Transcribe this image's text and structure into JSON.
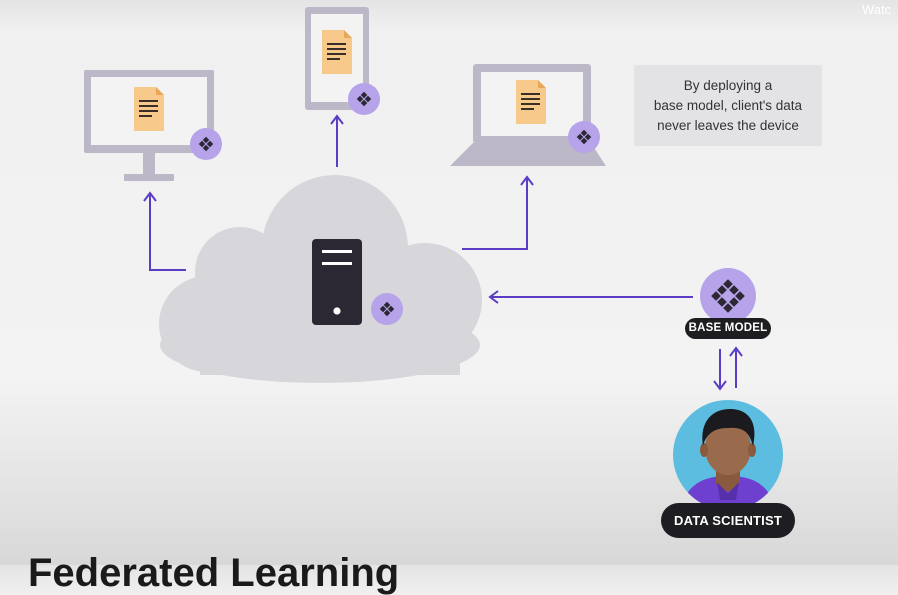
{
  "watermark": "Watc",
  "caption": {
    "line1": "By deploying a",
    "line2": "base model, client's data",
    "line3": "never leaves the device"
  },
  "labels": {
    "base_model": "BASE MODEL",
    "data_scientist": "DATA SCIENTIST"
  },
  "bottom_title": "Federated Learning",
  "colors": {
    "accent": "#5b3cc4",
    "badge": "#b6a3ea",
    "device": "#bdb8c8",
    "cloud": "#d7d6da",
    "document": "#f7c98a",
    "server": "#2b2833",
    "pill": "#1e1e22",
    "avatar_bg": "#5cbde0",
    "shirt": "#6f3fd0",
    "skin": "#9a6a4c"
  },
  "icons": [
    "desktop-monitor-icon",
    "phone-icon",
    "laptop-icon",
    "document-icon",
    "server-icon",
    "model-network-icon",
    "person-avatar-icon",
    "arrow-icon"
  ]
}
